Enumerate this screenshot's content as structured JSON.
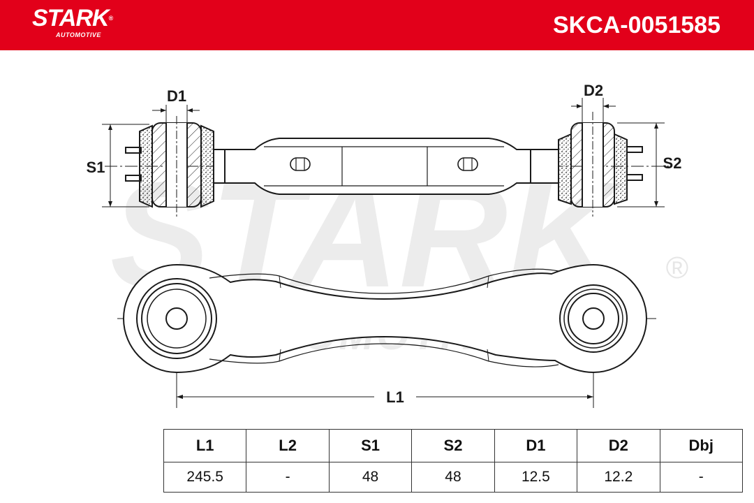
{
  "brand": {
    "name": "STARK",
    "registered_mark": "®",
    "tagline": "AUTOMOTIVE"
  },
  "part_number": "SKCA-0051585",
  "watermark": {
    "main": "STARK",
    "sub": "AUTOMOTIVE",
    "registered_mark": "®"
  },
  "dimension_labels": {
    "d1": "D1",
    "d2": "D2",
    "s1": "S1",
    "s2": "S2",
    "l1": "L1"
  },
  "spec_table": {
    "headers": [
      "L1",
      "L2",
      "S1",
      "S2",
      "D1",
      "D2",
      "Dbj"
    ],
    "values": [
      "245.5",
      "-",
      "48",
      "48",
      "12.5",
      "12.2",
      "-"
    ]
  },
  "colors": {
    "brand_red": "#e2001a",
    "line": "#1a1a1a",
    "watermark": "#ececec"
  }
}
